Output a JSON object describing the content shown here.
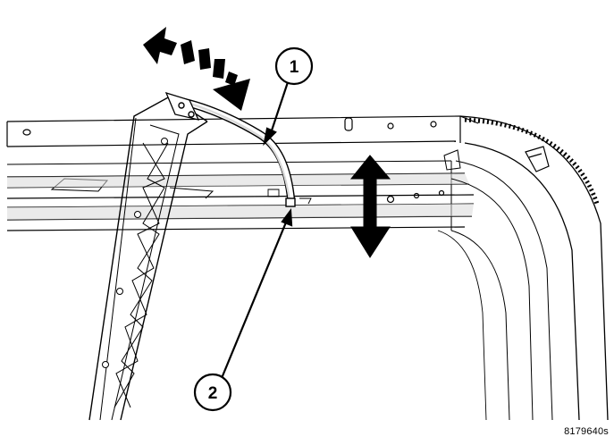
{
  "callouts": [
    {
      "id": "1",
      "label": "1"
    },
    {
      "id": "2",
      "label": "2"
    }
  ],
  "figure_id": "8179640s",
  "colors": {
    "line": "#000000",
    "shade": "#d9d9d9",
    "background": "#ffffff"
  }
}
